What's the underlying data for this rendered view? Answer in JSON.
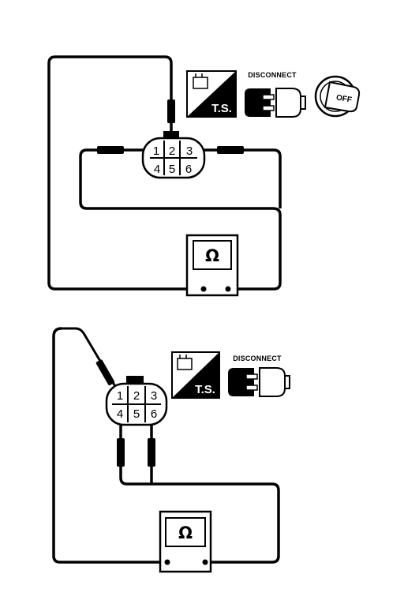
{
  "diagram1": {
    "connector_pins": [
      "1",
      "2",
      "3",
      "4",
      "5",
      "6"
    ],
    "ts_label": "T.S.",
    "disconnect_label": "DISCONNECT",
    "ignition_label": "OFF",
    "meter_symbol": "Ω",
    "icons": [
      "tester-ts-icon",
      "disconnect-connector-icon",
      "ignition-key-off-icon",
      "ohmmeter-icon"
    ]
  },
  "diagram2": {
    "connector_pins": [
      "1",
      "2",
      "3",
      "4",
      "5",
      "6"
    ],
    "ts_label": "T.S.",
    "disconnect_label": "DISCONNECT",
    "meter_symbol": "Ω",
    "icons": [
      "tester-ts-icon",
      "disconnect-connector-icon",
      "ohmmeter-icon"
    ]
  }
}
